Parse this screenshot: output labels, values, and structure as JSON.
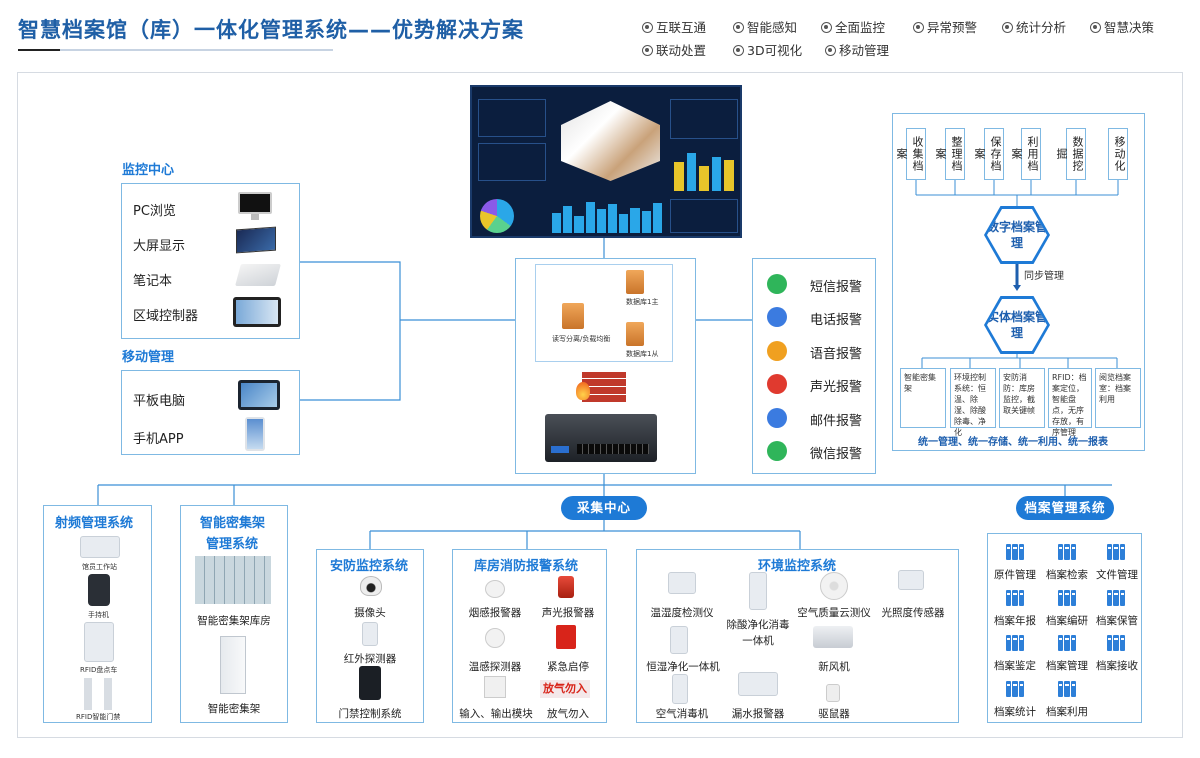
{
  "header": {
    "title": "智慧档案馆（库）一体化管理系统——优势解决方案",
    "tags": [
      "互联互通",
      "智能感知",
      "全面监控",
      "异常预警",
      "统计分析",
      "智慧决策",
      "联动处置",
      "3D可视化",
      "移动管理"
    ]
  },
  "monitor_center": {
    "title": "监控中心",
    "items": [
      "PC浏览",
      "大屏显示",
      "笔记本",
      "区域控制器"
    ]
  },
  "mobile_management": {
    "title": "移动管理",
    "items": [
      "平板电脑",
      "手机APP"
    ]
  },
  "center": {
    "server_labels": [
      "读写分离/负载均衡",
      "数据库1主",
      "数据库1从"
    ]
  },
  "alarms": {
    "items": [
      "短信报警",
      "电话报警",
      "语音报警",
      "声光报警",
      "邮件报警",
      "微信报警"
    ],
    "colors": [
      "#2fb55a",
      "#3b7be0",
      "#f0a020",
      "#e03a2f",
      "#3b7be0",
      "#2fb55a"
    ]
  },
  "digital_archive": {
    "columns": [
      "收集档案",
      "整理档案",
      "保存档案",
      "利用档案",
      "数据挖掘",
      "移动化"
    ],
    "hex_top": "数字档案管理",
    "sync": "同步管理",
    "hex_bottom": "实体档案管理",
    "descriptions": [
      "智能密集架",
      "环境控制系统：恒温、除湿、除酸除毒、净化",
      "安防消防：库房监控，截取关键帧",
      "RFID：档案定位，智能盘点，无序存放，有序管理",
      "阅览档案室：档案利用"
    ],
    "footer": "统一管理、统一存储、统一利用、统一报表"
  },
  "collection_center": {
    "label": "采集中心"
  },
  "rfid": {
    "title": "射频管理系统",
    "devices": [
      "馆员工作站",
      "手持机",
      "RFID盘点车",
      "RFID智能门禁"
    ]
  },
  "shelf": {
    "title_line1": "智能密集架",
    "title_line2": "管理系统",
    "items": [
      "智能密集架库房",
      "智能密集架"
    ]
  },
  "security": {
    "title": "安防监控系统",
    "items": [
      "摄像头",
      "红外探测器",
      "门禁控制系统"
    ]
  },
  "fire": {
    "title": "库房消防报警系统",
    "items": [
      "烟感报警器",
      "声光报警器",
      "温感探测器",
      "紧急启停",
      "输入、输出模块",
      "放气勿入"
    ],
    "sign_text": "放气勿入"
  },
  "env": {
    "title": "环境监控系统",
    "items": [
      "温湿度检测仪",
      "除酸净化消毒一体机",
      "空气质量云测仪",
      "光照度传感器",
      "恒湿净化一体机",
      "新风机",
      "空气消毒机",
      "漏水报警器",
      "驱鼠器"
    ]
  },
  "archive_system": {
    "title": "档案管理系统",
    "items": [
      "原件管理",
      "档案检索",
      "文件管理",
      "档案年报",
      "档案编研",
      "档案保管",
      "档案鉴定",
      "档案管理",
      "档案接收",
      "档案统计",
      "档案利用"
    ]
  }
}
